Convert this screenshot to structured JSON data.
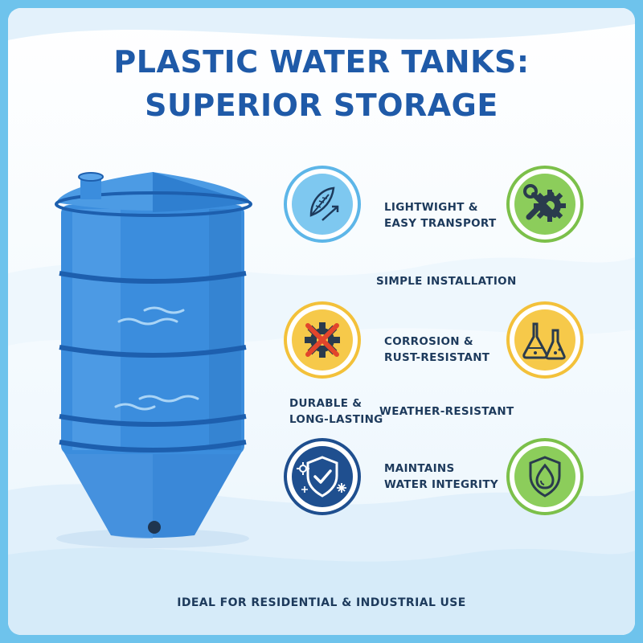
{
  "title": {
    "line1": "PLASTIC WATER TANKS:",
    "line2": "SUPERIOR STORAGE"
  },
  "colors": {
    "title": "#1f5aa8",
    "tank": "#3b8ddd",
    "tank_band": "#1d5fae",
    "blue_ring": "#5db6e8",
    "green": "#7cc04a",
    "yellow": "#f3c13a",
    "navy": "#1f4f8f",
    "text": "#1d3a5c"
  },
  "features": [
    {
      "icon": "feather-arrow-icon",
      "lines": [
        "LIGHTWIGHT &",
        "EASY TRANSPORT"
      ]
    },
    {
      "icon": "wrench-gear-icon",
      "lines": [
        "SIMPLE INSTALLATION"
      ]
    },
    {
      "icon": "crossed-gear-icon",
      "lines": [
        "CORROSION &",
        "RUST-RESISTANT"
      ]
    },
    {
      "icon": "lab-flasks-icon",
      "lines": [
        "DURABLE &",
        "LONG-LASTING"
      ]
    },
    {
      "icon": "weather-shield-icon",
      "lines": [
        "WEATHER-RESISTANT"
      ]
    },
    {
      "icon": "water-drop-shield-icon",
      "lines": [
        "MAINTAINS",
        "WATER INTEGRITY"
      ]
    }
  ],
  "footer": "IDEAL FOR RESIDENTIAL & INDUSTRIAL USE"
}
